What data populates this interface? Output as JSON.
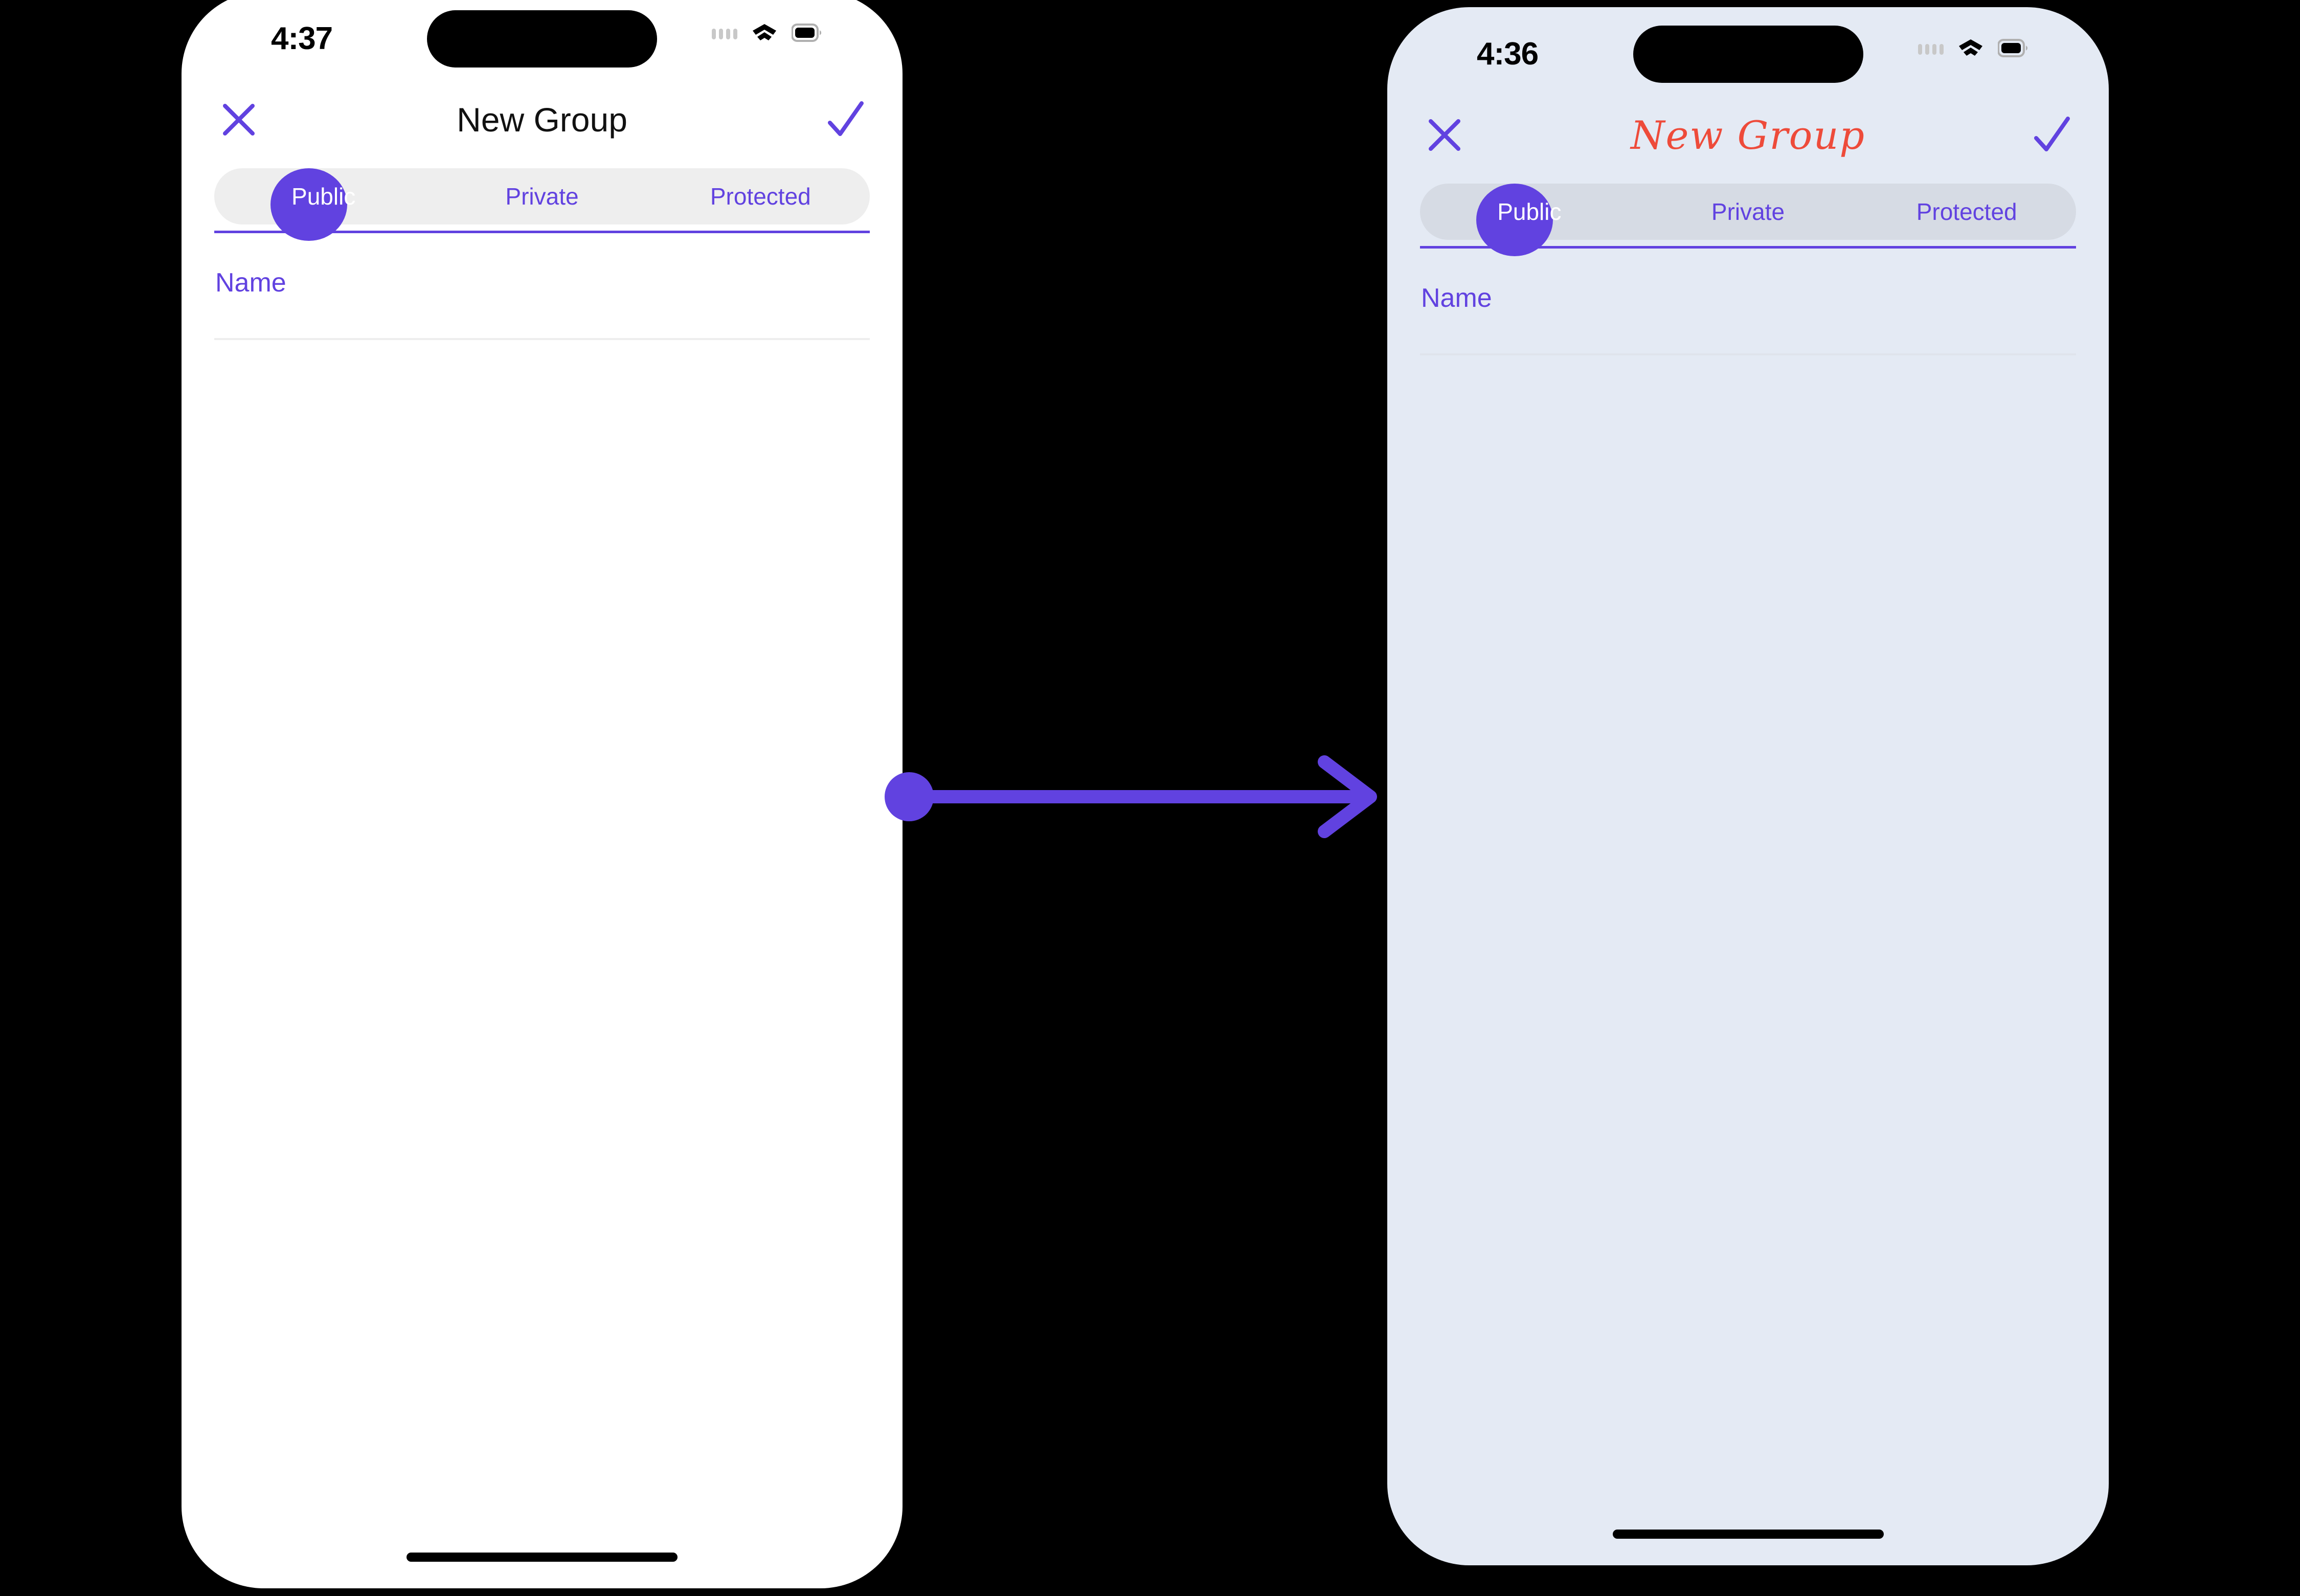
{
  "canvas": {
    "background_color": "#000000",
    "accent_color": "#6142e0",
    "script_title_color": "#ee4b3a"
  },
  "screens": [
    {
      "id": "before",
      "background_color": "#ffffff",
      "status_bar": {
        "time": "4:37",
        "icons": [
          "dots-icon",
          "wifi-icon",
          "battery-icon"
        ]
      },
      "nav": {
        "close_label": "close-icon",
        "title": "New Group",
        "confirm_label": "check-icon"
      },
      "segmented_control": {
        "options": [
          "Public",
          "Private",
          "Protected"
        ],
        "selected": "Public",
        "track_color": "#eeeeee",
        "thumb_color": "#6142e0"
      },
      "form": {
        "name_field_label": "Name",
        "name_field_value": "",
        "name_field_placeholder": "Name"
      }
    },
    {
      "id": "after",
      "background_color": "#e4eaf4",
      "status_bar": {
        "time": "4:36",
        "icons": [
          "dots-icon",
          "wifi-icon",
          "battery-icon"
        ]
      },
      "nav": {
        "close_label": "close-icon",
        "title": "New Group",
        "confirm_label": "check-icon"
      },
      "segmented_control": {
        "options": [
          "Public",
          "Private",
          "Protected"
        ],
        "selected": "Public",
        "track_color": "#d6dbe4",
        "thumb_color": "#6142e0"
      },
      "form": {
        "name_field_label": "Name",
        "name_field_value": "",
        "name_field_placeholder": "Name"
      }
    }
  ],
  "flow": {
    "arrow_color": "#6142e0",
    "direction": "left-to-right"
  }
}
